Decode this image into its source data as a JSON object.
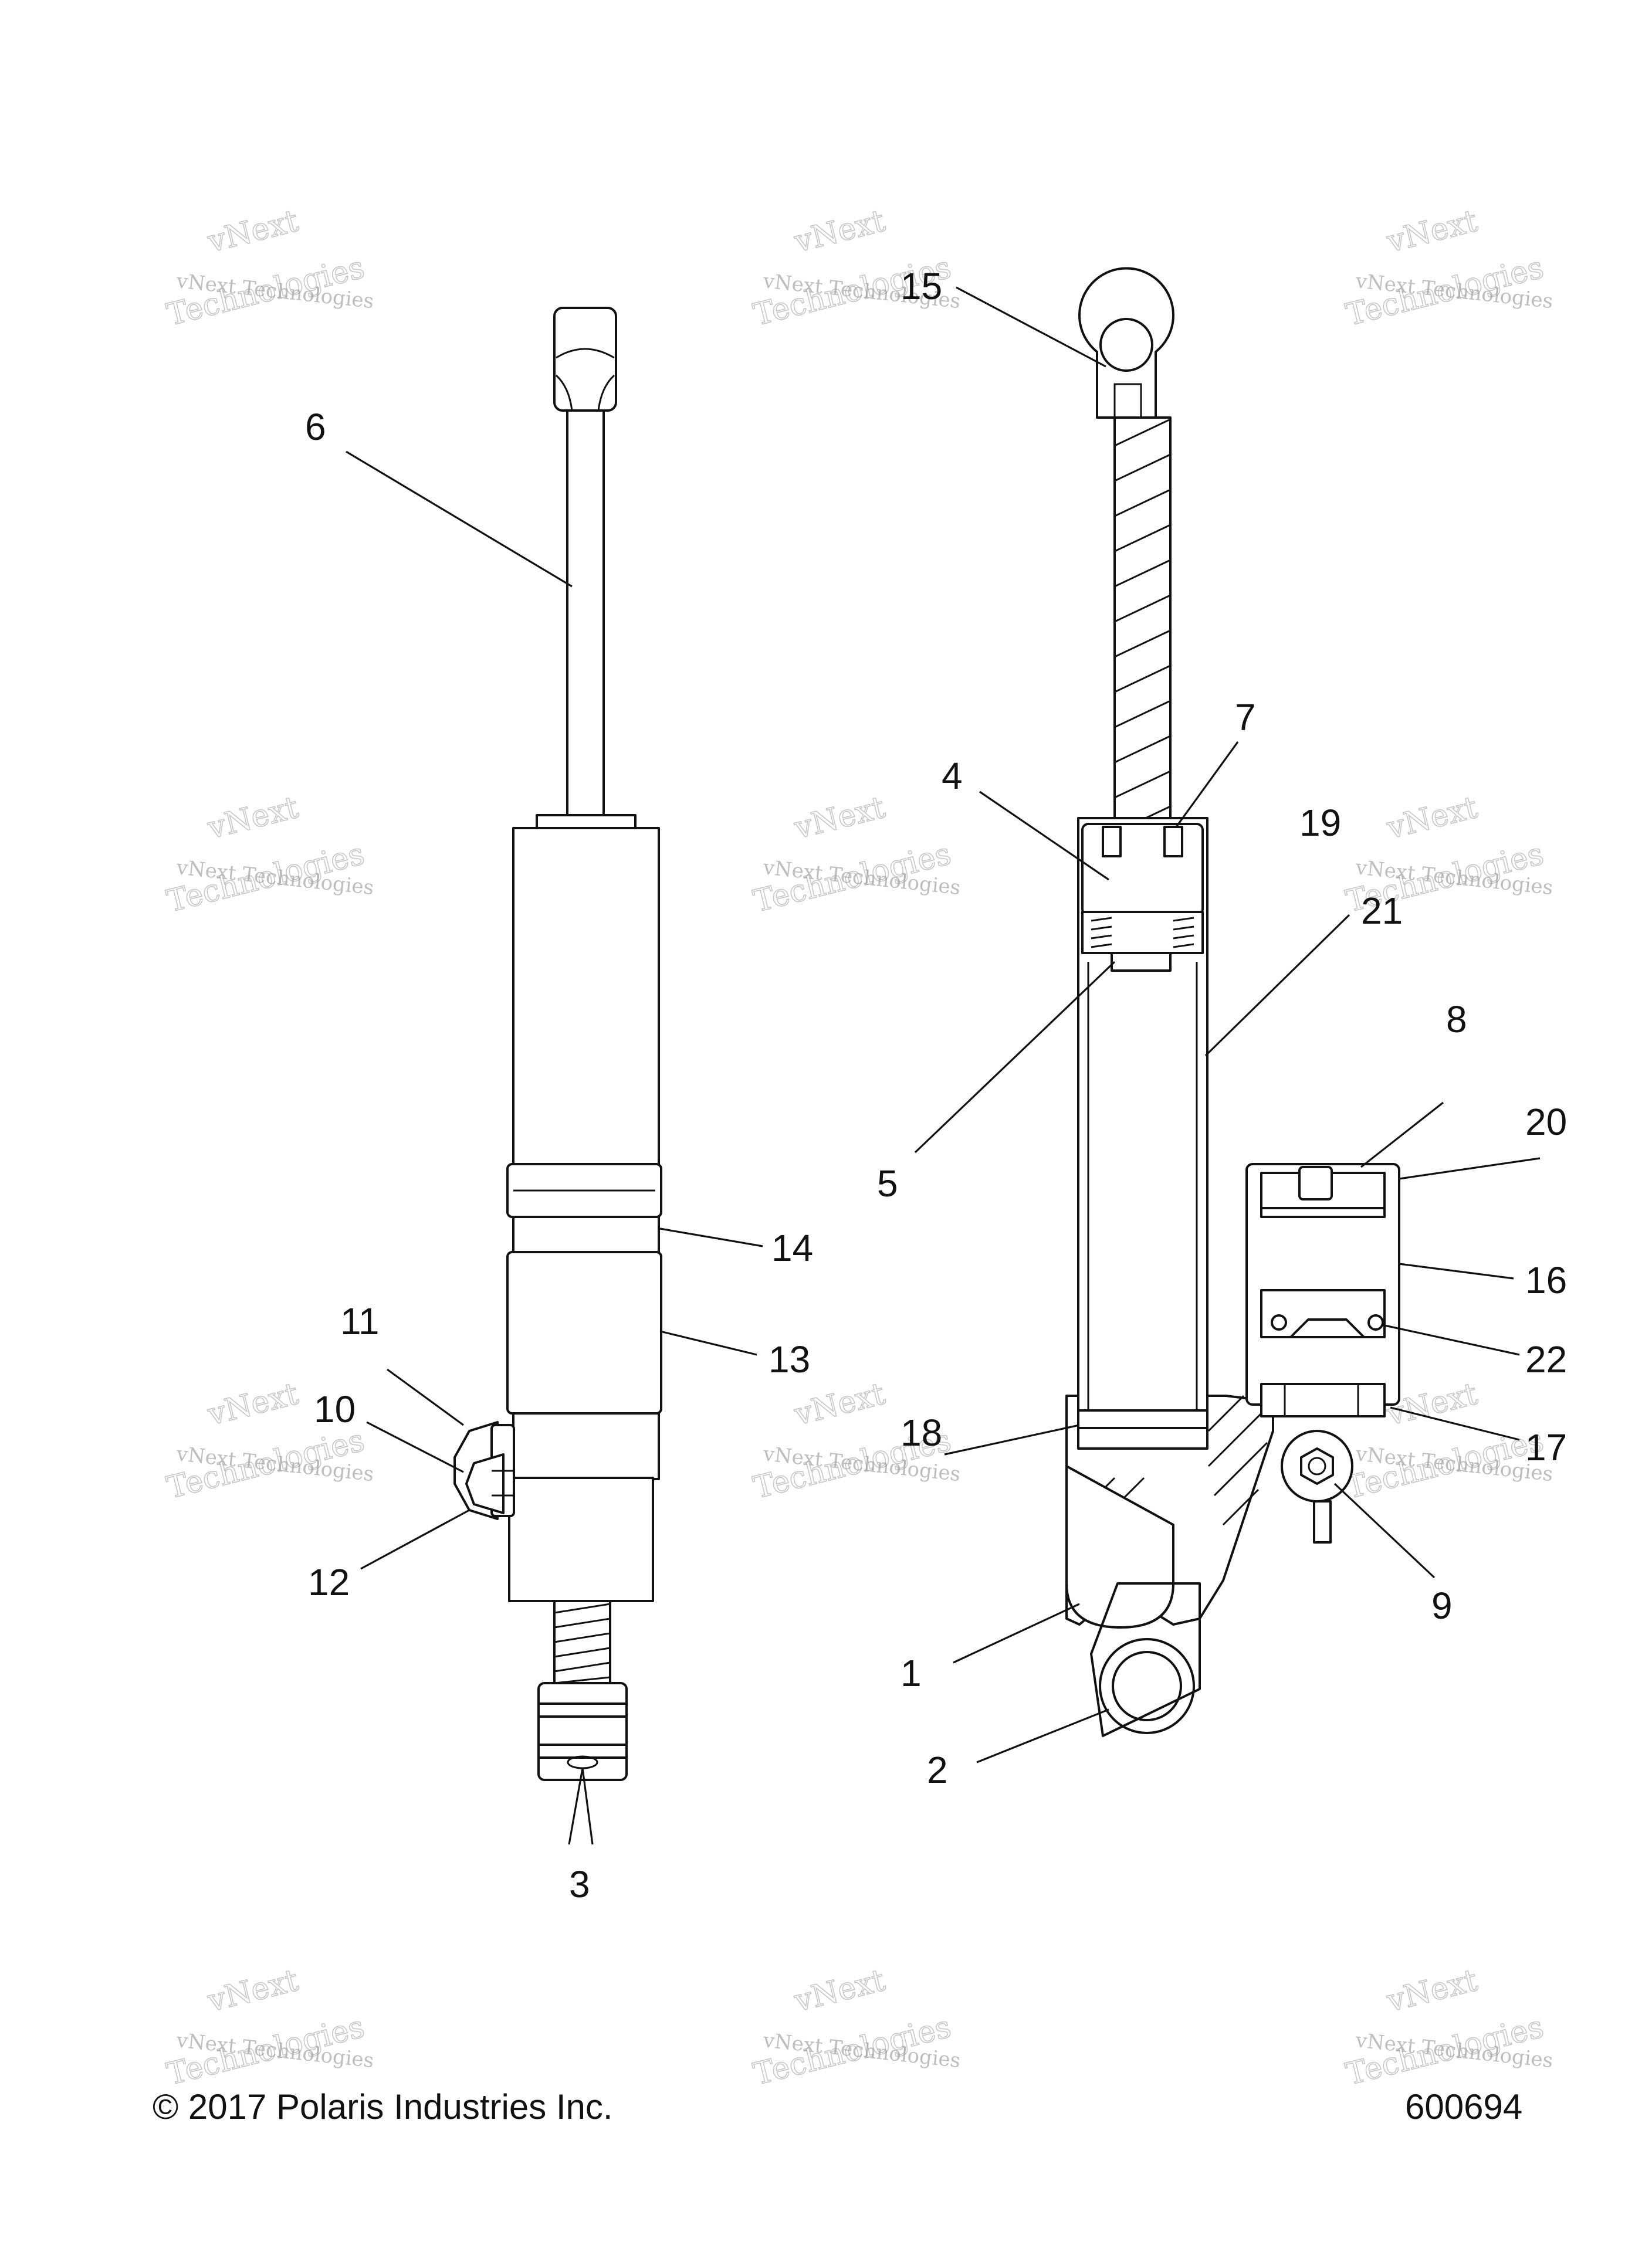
{
  "diagram": {
    "callouts": [
      {
        "id": "c1",
        "label": "1"
      },
      {
        "id": "c2",
        "label": "2"
      },
      {
        "id": "c3",
        "label": "3"
      },
      {
        "id": "c4",
        "label": "4"
      },
      {
        "id": "c5",
        "label": "5"
      },
      {
        "id": "c6",
        "label": "6"
      },
      {
        "id": "c7",
        "label": "7"
      },
      {
        "id": "c8",
        "label": "8"
      },
      {
        "id": "c9",
        "label": "9"
      },
      {
        "id": "c10",
        "label": "10"
      },
      {
        "id": "c11",
        "label": "11"
      },
      {
        "id": "c12",
        "label": "12"
      },
      {
        "id": "c13",
        "label": "13"
      },
      {
        "id": "c14",
        "label": "14"
      },
      {
        "id": "c15",
        "label": "15"
      },
      {
        "id": "c16",
        "label": "16"
      },
      {
        "id": "c17",
        "label": "17"
      },
      {
        "id": "c18",
        "label": "18"
      },
      {
        "id": "c19",
        "label": "19"
      },
      {
        "id": "c20",
        "label": "20"
      },
      {
        "id": "c21",
        "label": "21"
      },
      {
        "id": "c22",
        "label": "22"
      }
    ]
  },
  "watermark": {
    "line1": "vNext Technologies",
    "line2": "vNext",
    "line3": "Technologies"
  },
  "footer": {
    "copyright": "© 2017 Polaris Industries Inc.",
    "figure_number": "600694"
  }
}
